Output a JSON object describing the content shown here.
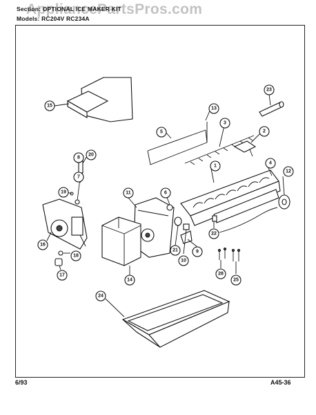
{
  "header": {
    "section_label": "Section: OPTIONAL ICE MAKER KIT",
    "model_label": "Models: RC204V  RC234A"
  },
  "watermark": "AppliancePartsPros.com",
  "footer": {
    "date": "6/93",
    "code": "A45-36"
  },
  "callouts": [
    "15",
    "13",
    "23",
    "5",
    "3",
    "2",
    "8",
    "20",
    "7",
    "1",
    "4",
    "12",
    "19",
    "11",
    "6",
    "16",
    "22",
    "21",
    "10",
    "9",
    "18",
    "14",
    "28",
    "25",
    "17",
    "24"
  ]
}
